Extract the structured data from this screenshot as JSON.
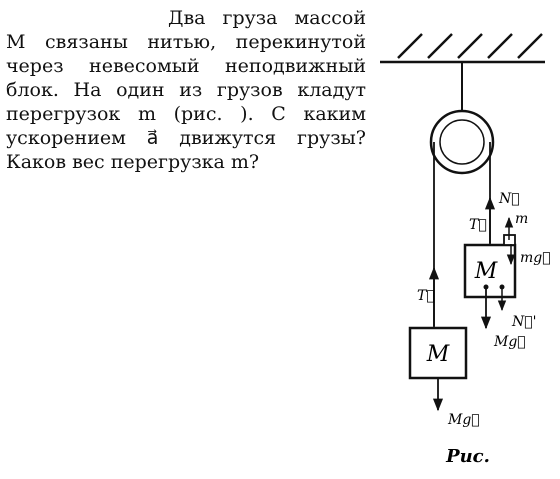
{
  "problem": {
    "line1": "Два груза массой",
    "line2": "M связаны нитью, перекинутой",
    "line3": "через невесомый неподвижный",
    "line4": "блок. На один из грузов кладут",
    "line5": "перегрузок m (рис.      ). С каким",
    "line6": "ускорением a⃗ движутся грузы?",
    "line7": "Каков вес перегрузка m?"
  },
  "figure": {
    "left_block_label": "M",
    "right_block_label": "M",
    "overload_label": "m",
    "tension_left": "T⃗",
    "tension_right": "T⃗",
    "normal_up": "N⃗",
    "normal_down": "N⃗'",
    "weight_small": "mg⃗",
    "weight_left": "Mg⃗",
    "weight_right": "Mg⃗",
    "caption": "Рис."
  }
}
